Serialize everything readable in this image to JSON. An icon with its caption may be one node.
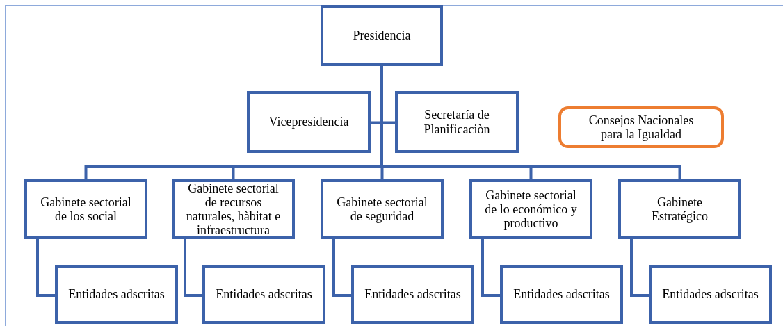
{
  "diagram": {
    "nodes": [
      {
        "text": [
          "Presidencia"
        ]
      },
      {
        "text": [
          "Vicepresidencia"
        ]
      },
      {
        "text": [
          "Secretaría de Planificaciòn"
        ]
      },
      {
        "text": [
          "Consejos Nacionales para la Igualdad"
        ]
      },
      {
        "text": [
          "Gabinete sectorial de los social"
        ]
      },
      {
        "text": [
          "Gabinete sectorial de recursos naturales, hàbitat e infraestructura"
        ]
      },
      {
        "text": [
          "Gabinete sectorial de seguridad"
        ]
      },
      {
        "text": [
          "Gabinete sectorial de lo económico y productivo"
        ]
      },
      {
        "text": [
          "Gabinete Estratégico"
        ]
      },
      {
        "text": [
          "Entidades adscritas"
        ]
      },
      {
        "text": [
          "Entidades adscritas"
        ]
      },
      {
        "text": [
          "Entidades adscritas"
        ]
      },
      {
        "text": [
          "Entidades adscritas"
        ]
      },
      {
        "text": [
          "Entidades adscritas"
        ]
      }
    ],
    "edges": [
      {
        "from": 0,
        "to": 1,
        "arrow": "none"
      },
      {
        "from": 0,
        "to": 2,
        "arrow": "none"
      },
      {
        "from": 0,
        "to": 4,
        "arrow": "none"
      },
      {
        "from": 0,
        "to": 5,
        "arrow": "none"
      },
      {
        "from": 0,
        "to": 6,
        "arrow": "none"
      },
      {
        "from": 0,
        "to": 7,
        "arrow": "none"
      },
      {
        "from": 0,
        "to": 8,
        "arrow": "none"
      },
      {
        "from": 4,
        "to": 9,
        "arrow": "none"
      },
      {
        "from": 5,
        "to": 10,
        "arrow": "none"
      },
      {
        "from": 6,
        "to": 11,
        "arrow": "none"
      },
      {
        "from": 7,
        "to": 12,
        "arrow": "none"
      },
      {
        "from": 8,
        "to": 13,
        "arrow": "none"
      }
    ]
  }
}
